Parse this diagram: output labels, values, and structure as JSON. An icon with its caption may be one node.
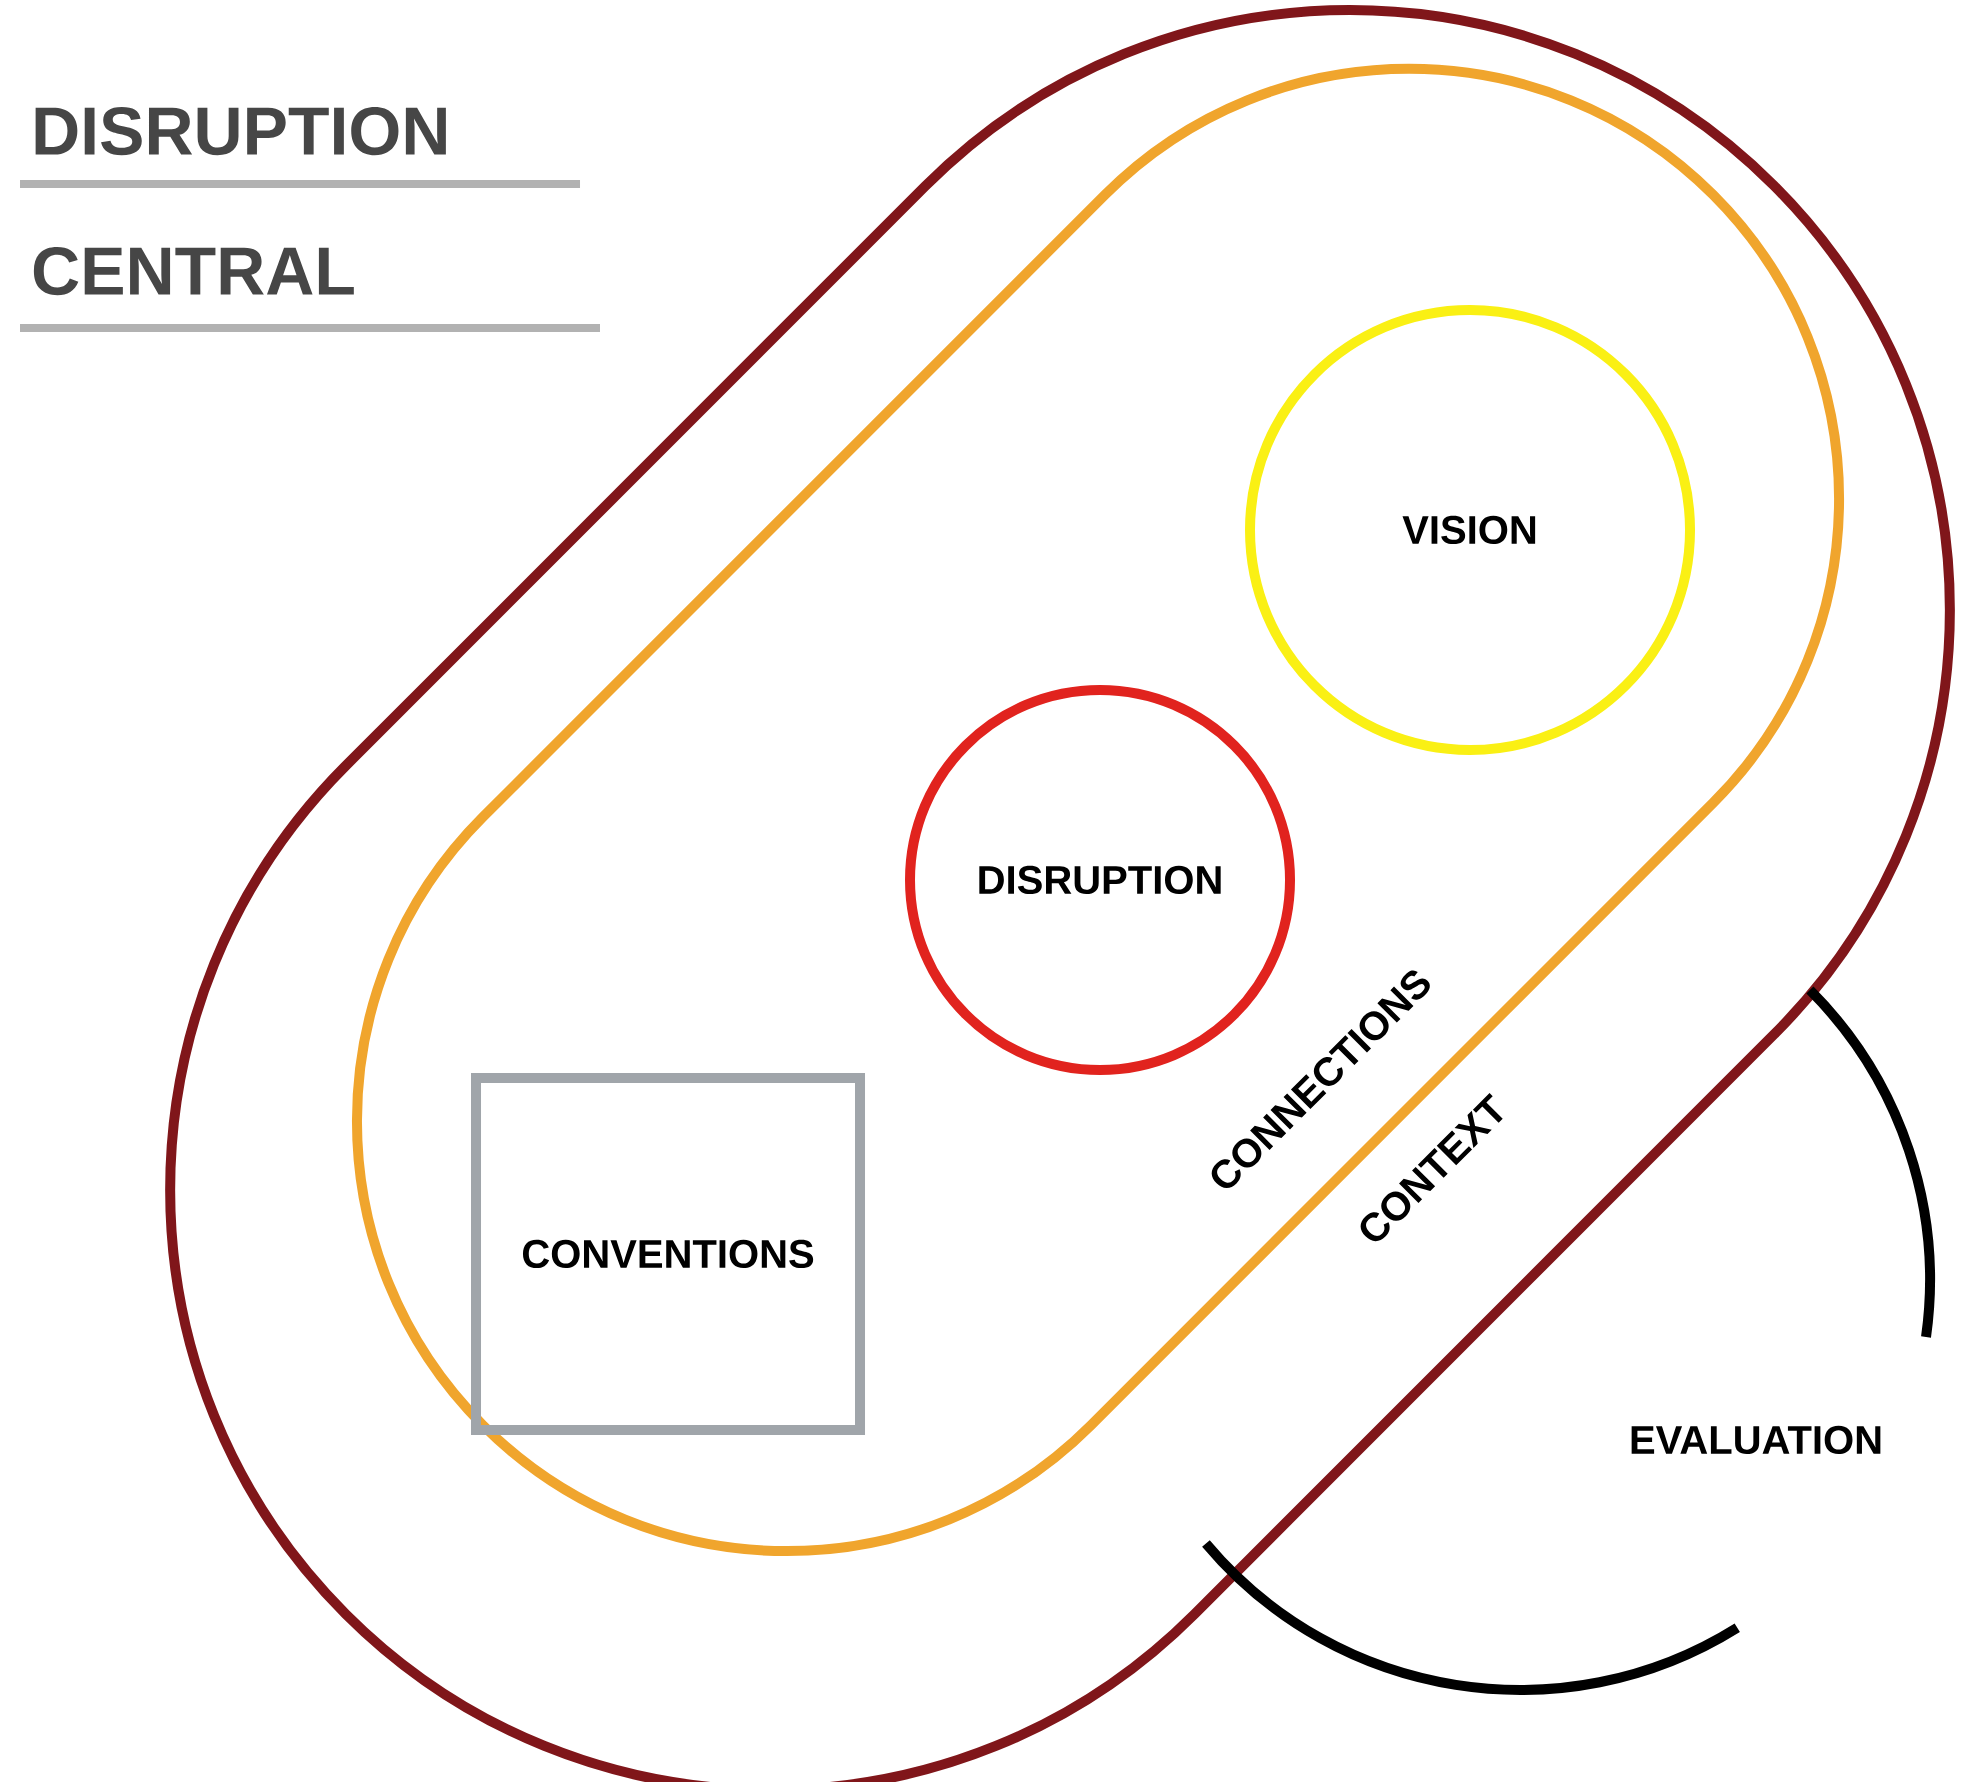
{
  "diagram": {
    "title": "DISRUPTION CENTRAL",
    "nodes": [
      {
        "text": [
          "CONTEXT"
        ]
      },
      {
        "text": [
          "CONNECTIONS"
        ],
        "in": 0
      },
      {
        "text": [
          "VISION"
        ],
        "in": 1
      },
      {
        "text": [
          "DISRUPTION"
        ],
        "in": 1
      },
      {
        "text": [
          "CONVENTIONS"
        ],
        "in": 1
      },
      {
        "text": [
          "EVALUATION"
        ]
      }
    ],
    "edges": []
  }
}
